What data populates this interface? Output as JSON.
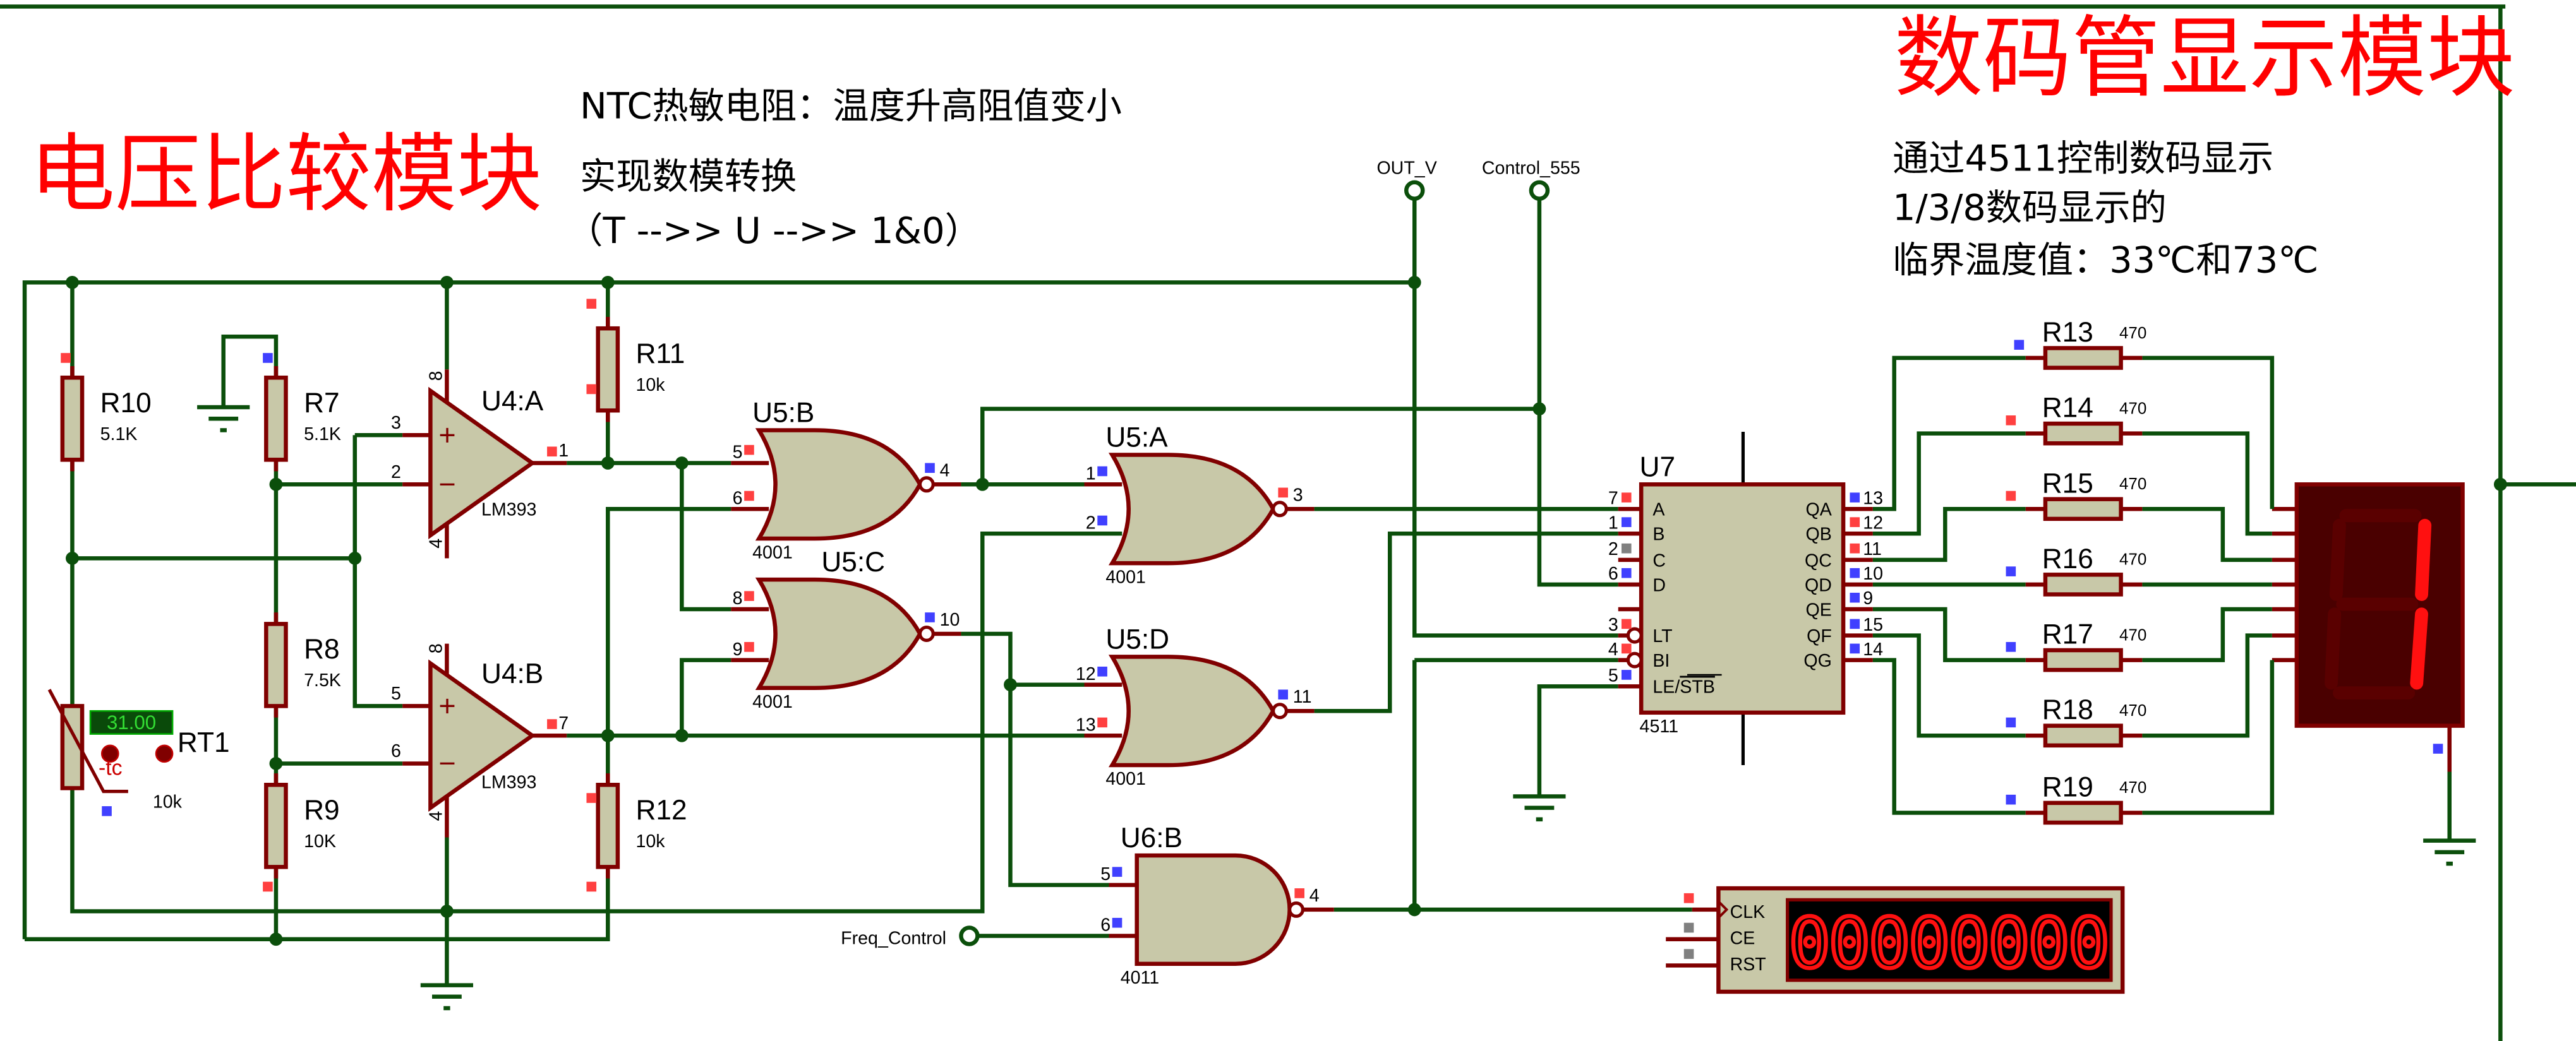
{
  "titles": {
    "comparator_module": "电压比较模块",
    "display_module": "数码管显示模块"
  },
  "notes": {
    "ntc": "NTC热敏电阻：温度升高阻值变小",
    "adc": "实现数模转换",
    "flow": "（T -->> U -->> 1&0）",
    "display_line1": "通过4511控制数码显示",
    "display_line2": "1/3/8数码显示的",
    "display_line3": "临界温度值：33℃和73℃"
  },
  "terminals": {
    "out_v": "OUT_V",
    "control_555": "Control_555",
    "freq_control": "Freq_Control"
  },
  "resistors": [
    {
      "ref": "R10",
      "value": "5.1K"
    },
    {
      "ref": "R7",
      "value": "5.1K"
    },
    {
      "ref": "R8",
      "value": "7.5K"
    },
    {
      "ref": "R9",
      "value": "10K"
    },
    {
      "ref": "R11",
      "value": "10k"
    },
    {
      "ref": "R12",
      "value": "10k"
    },
    {
      "ref": "R13",
      "value": "470"
    },
    {
      "ref": "R14",
      "value": "470"
    },
    {
      "ref": "R15",
      "value": "470"
    },
    {
      "ref": "R16",
      "value": "470"
    },
    {
      "ref": "R17",
      "value": "470"
    },
    {
      "ref": "R18",
      "value": "470"
    },
    {
      "ref": "R19",
      "value": "470"
    }
  ],
  "thermistor": {
    "ref": "RT1",
    "value": "10k",
    "reading": "31.00",
    "tc": "-tc"
  },
  "opamps": [
    {
      "ref": "U4:A",
      "part": "LM393",
      "pins": [
        "3",
        "2",
        "1",
        "8",
        "4"
      ],
      "plus": "+",
      "minus": "−"
    },
    {
      "ref": "U4:B",
      "part": "LM393",
      "pins": [
        "5",
        "6",
        "7",
        "8",
        "4"
      ],
      "plus": "+",
      "minus": "−"
    }
  ],
  "gates": [
    {
      "ref": "U5:B",
      "part": "4001",
      "type": "NOR",
      "pins": [
        "5",
        "6",
        "4"
      ]
    },
    {
      "ref": "U5:C",
      "part": "4001",
      "type": "NOR",
      "pins": [
        "8",
        "9",
        "10"
      ]
    },
    {
      "ref": "U5:A",
      "part": "4001",
      "type": "NOR",
      "pins": [
        "1",
        "2",
        "3"
      ]
    },
    {
      "ref": "U5:D",
      "part": "4001",
      "type": "NOR",
      "pins": [
        "12",
        "13",
        "11"
      ]
    },
    {
      "ref": "U6:B",
      "part": "4011",
      "type": "NAND",
      "pins": [
        "5",
        "6",
        "4"
      ]
    }
  ],
  "decoder": {
    "ref": "U7",
    "part": "4511",
    "inputs": [
      {
        "name": "A",
        "pin": "7"
      },
      {
        "name": "B",
        "pin": "1"
      },
      {
        "name": "C",
        "pin": "2"
      },
      {
        "name": "D",
        "pin": "6"
      },
      {
        "name": "LT",
        "pin": "3"
      },
      {
        "name": "BI",
        "pin": "4"
      },
      {
        "name": "LE/",
        "name_overlined": "STB",
        "pin": "5"
      }
    ],
    "outputs": [
      {
        "name": "QA",
        "pin": "13"
      },
      {
        "name": "QB",
        "pin": "12"
      },
      {
        "name": "QC",
        "pin": "11"
      },
      {
        "name": "QD",
        "pin": "10"
      },
      {
        "name": "QE",
        "pin": "9"
      },
      {
        "name": "QF",
        "pin": "15"
      },
      {
        "name": "QG",
        "pin": "14"
      }
    ]
  },
  "seven_segment": {
    "digit_shown": "1",
    "lit_segments": [
      "b",
      "c"
    ]
  },
  "counter": {
    "value": "00000000",
    "pins": [
      "CLK",
      "CE",
      "RST"
    ]
  },
  "colors": {
    "wire": "#0b4f0b",
    "pin": "#800000",
    "body": "#c8c8a8",
    "title": "#ff0000",
    "pin_high": "#ff4040",
    "pin_low": "#4040ff",
    "pin_float": "#808080",
    "segment_on": "#ff1010",
    "segment_off": "#5a0000",
    "readout_bg": "#0a4a0a",
    "readout_text": "#33dd33"
  }
}
